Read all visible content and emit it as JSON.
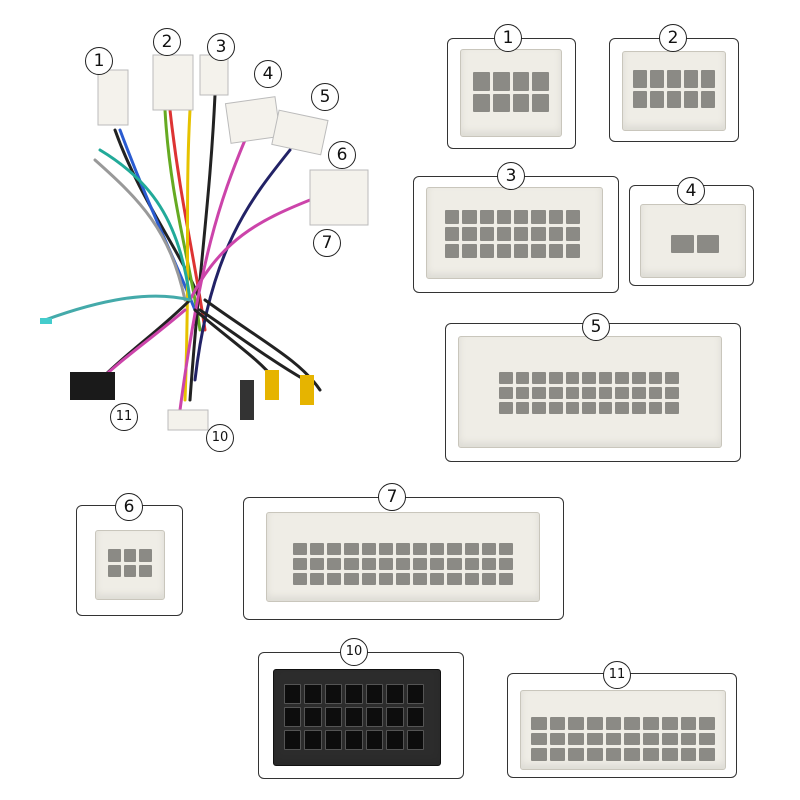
{
  "labels": {
    "c1": "1",
    "c2": "2",
    "c3": "3",
    "c4": "4",
    "c5": "5",
    "c6": "6",
    "c7": "7",
    "c10": "10",
    "c11": "11"
  },
  "harness_labels": {
    "h1": "1",
    "h2": "2",
    "h3": "3",
    "h4": "4",
    "h5": "5",
    "h6": "6",
    "h7": "7",
    "h10": "10",
    "h11": "11"
  },
  "colors": {
    "connector_white": "#efede6",
    "connector_black": "#2c2c2c",
    "rca_yellow": "#e6b400",
    "border": "#333333"
  }
}
